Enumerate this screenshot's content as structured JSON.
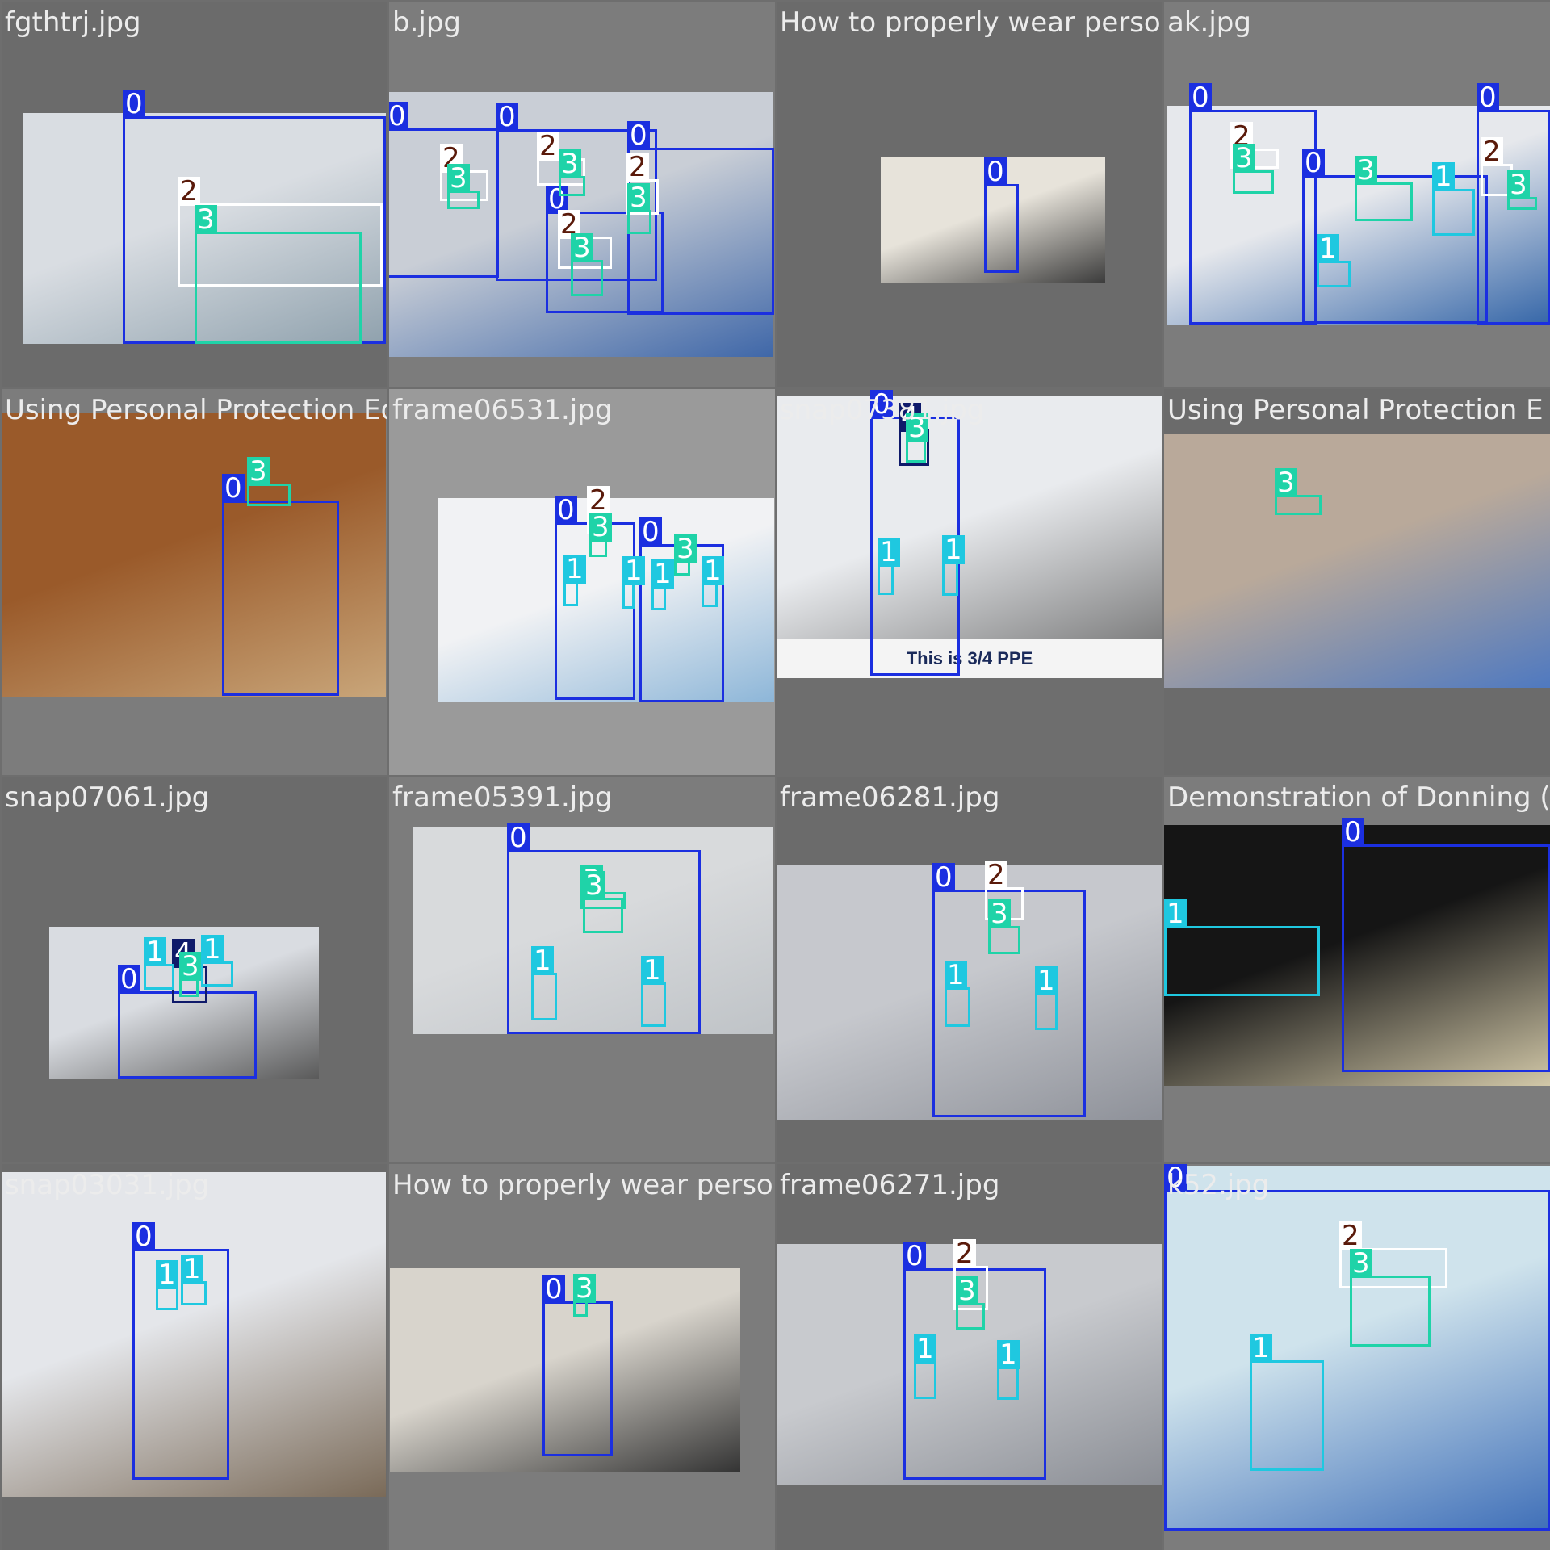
{
  "mosaic": {
    "tiles": [
      {
        "title": "fgthtrj.jpg",
        "bg": "#6b6b6b",
        "photo_colors": [
          "#d9dde2",
          "#8fa1ad"
        ],
        "photo": [
          28,
          140,
          450,
          286
        ],
        "boxes": [
          {
            "cls": "0",
            "r": [
              152,
              144,
              326,
              282
            ]
          },
          {
            "cls": "2",
            "r": [
              220,
              252,
              254,
              103
            ]
          },
          {
            "cls": "3",
            "r": [
              241,
              287,
              207,
              139
            ]
          }
        ]
      },
      {
        "title": "b.jpg",
        "bg": "#7c7c7c",
        "photo_colors": [
          "#c9ced6",
          "#3f67a8"
        ],
        "photo": [
          478,
          114,
          480,
          328
        ],
        "boxes": [
          {
            "cls": "0",
            "r": [
              478,
              159,
              140,
              185
            ]
          },
          {
            "cls": "0",
            "r": [
              614,
              160,
              200,
              188
            ]
          },
          {
            "cls": "0",
            "r": [
              777,
              183,
              182,
              207
            ]
          },
          {
            "cls": "0",
            "r": [
              676,
              262,
              146,
              126
            ]
          },
          {
            "cls": "2",
            "r": [
              545,
              211,
              60,
              38
            ]
          },
          {
            "cls": "3",
            "r": [
              554,
              236,
              40,
              23
            ]
          },
          {
            "cls": "2",
            "r": [
              665,
              196,
              60,
              34
            ]
          },
          {
            "cls": "3",
            "r": [
              692,
              218,
              33,
              25
            ]
          },
          {
            "cls": "2",
            "r": [
              691,
              293,
              67,
              40
            ]
          },
          {
            "cls": "3",
            "r": [
              707,
              322,
              40,
              45
            ]
          },
          {
            "cls": "2",
            "r": [
              776,
              222,
              40,
              44
            ]
          },
          {
            "cls": "3",
            "r": [
              777,
              260,
              30,
              30
            ]
          }
        ]
      },
      {
        "title": "How to properly wear personal protective",
        "bg": "#6b6b6b",
        "photo_colors": [
          "#e7e3da",
          "#3b3b3b"
        ],
        "photo": [
          1091,
          194,
          278,
          157
        ],
        "boxes": [
          {
            "cls": "0",
            "r": [
              1219,
              228,
              43,
              110
            ]
          }
        ]
      },
      {
        "title": "ak.jpg",
        "bg": "#7c7c7c",
        "photo_colors": [
          "#e6e8ec",
          "#3566a8"
        ],
        "photo": [
          1446,
          131,
          474,
          272
        ],
        "boxes": [
          {
            "cls": "0",
            "r": [
              1473,
              136,
              158,
              266
            ]
          },
          {
            "cls": "0",
            "r": [
              1613,
              217,
              230,
              184
            ]
          },
          {
            "cls": "0",
            "r": [
              1829,
              136,
              91,
              266
            ]
          },
          {
            "cls": "2",
            "r": [
              1524,
              184,
              60,
              25
            ]
          },
          {
            "cls": "3",
            "r": [
              1527,
              211,
              51,
              29
            ]
          },
          {
            "cls": "3",
            "r": [
              1678,
              226,
              72,
              48
            ]
          },
          {
            "cls": "1",
            "r": [
              1774,
              234,
              53,
              58
            ]
          },
          {
            "cls": "1",
            "r": [
              1631,
              323,
              42,
              33
            ]
          },
          {
            "cls": "2",
            "r": [
              1834,
              203,
              40,
              40
            ]
          },
          {
            "cls": "3",
            "r": [
              1867,
              244,
              37,
              16
            ]
          }
        ]
      },
      {
        "title": "Using Personal Protection Equipment (PPE",
        "bg": "#7c7c7c",
        "photo_colors": [
          "#9a5a2a",
          "#c9a67a"
        ],
        "photo": [
          0,
          512,
          478,
          352
        ],
        "boxes": [
          {
            "cls": "0",
            "r": [
              275,
              620,
              145,
              242
            ]
          },
          {
            "cls": "3",
            "r": [
              306,
              599,
              54,
              28
            ]
          }
        ]
      },
      {
        "title": "frame06531.jpg",
        "bg": "#9a9a9a",
        "photo_colors": [
          "#f1f2f4",
          "#8db6d8"
        ],
        "photo": [
          542,
          617,
          417,
          253
        ],
        "boxes": [
          {
            "cls": "0",
            "r": [
              687,
              647,
              100,
              220
            ]
          },
          {
            "cls": "0",
            "r": [
              792,
              674,
              105,
              196
            ]
          },
          {
            "cls": "2",
            "r": [
              727,
              635,
              26,
              27
            ]
          },
          {
            "cls": "3",
            "r": [
              730,
              668,
              22,
              22
            ]
          },
          {
            "cls": "3",
            "r": [
              835,
              695,
              20,
              18
            ]
          },
          {
            "cls": "1",
            "r": [
              698,
              720,
              18,
              31
            ]
          },
          {
            "cls": "1",
            "r": [
              771,
              722,
              15,
              32
            ]
          },
          {
            "cls": "1",
            "r": [
              807,
              726,
              18,
              30
            ]
          },
          {
            "cls": "1",
            "r": [
              869,
              722,
              20,
              30
            ]
          }
        ]
      },
      {
        "title": "snap07381.jpg",
        "bg": "#6e6e6e",
        "photo_colors": [
          "#e9ebee",
          "#6a6a6a"
        ],
        "photo": [
          962,
          490,
          478,
          350
        ],
        "caption": "This is 3/4 PPE",
        "boxes": [
          {
            "cls": "0",
            "r": [
              1078,
              516,
              111,
              321
            ]
          },
          {
            "cls": "4",
            "r": [
              1113,
              532,
              38,
              45
            ]
          },
          {
            "cls": "3",
            "r": [
              1122,
              545,
              25,
              28
            ]
          },
          {
            "cls": "1",
            "r": [
              1087,
              699,
              20,
              38
            ]
          },
          {
            "cls": "1",
            "r": [
              1167,
              696,
              20,
              42
            ]
          }
        ]
      },
      {
        "title": "Using Personal Protection E",
        "bg": "#6b6b6b",
        "photo_colors": [
          "#b9a99a",
          "#4f79c0"
        ],
        "photo": [
          1442,
          537,
          478,
          315
        ],
        "boxes": [
          {
            "cls": "3",
            "r": [
              1579,
              613,
              58,
              25
            ]
          }
        ]
      },
      {
        "title": "snap07061.jpg",
        "bg": "#6b6b6b",
        "photo_colors": [
          "#d9dce1",
          "#5a5a5a"
        ],
        "photo": [
          61,
          1148,
          334,
          188
        ],
        "boxes": [
          {
            "cls": "0",
            "r": [
              146,
              1228,
              172,
              108
            ]
          },
          {
            "cls": "4",
            "r": [
              213,
              1196,
              44,
              47
            ]
          },
          {
            "cls": "3",
            "r": [
              222,
              1212,
              24,
              23
            ]
          },
          {
            "cls": "1",
            "r": [
              178,
              1194,
              38,
              32
            ]
          },
          {
            "cls": "1",
            "r": [
              249,
              1191,
              40,
              31
            ]
          }
        ]
      },
      {
        "title": "frame05391.jpg",
        "bg": "#7c7c7c",
        "photo_colors": [
          "#d8dadc",
          "#bfc3c7"
        ],
        "photo": [
          511,
          1024,
          447,
          257
        ],
        "boxes": [
          {
            "cls": "0",
            "r": [
              628,
              1053,
              240,
              228
            ]
          },
          {
            "cls": "3",
            "r": [
              719,
              1105,
              56,
              21
            ]
          },
          {
            "cls": "3",
            "r": [
              722,
              1112,
              50,
              44
            ]
          },
          {
            "cls": "1",
            "r": [
              658,
              1205,
              32,
              59
            ]
          },
          {
            "cls": "1",
            "r": [
              794,
              1217,
              31,
              55
            ]
          }
        ]
      },
      {
        "title": "frame06281.jpg",
        "bg": "#6b6b6b",
        "photo_colors": [
          "#c6c8cd",
          "#8e9199"
        ],
        "photo": [
          962,
          1071,
          478,
          316
        ],
        "boxes": [
          {
            "cls": "0",
            "r": [
              1155,
              1102,
              190,
              282
            ]
          },
          {
            "cls": "2",
            "r": [
              1220,
              1099,
              48,
              41
            ]
          },
          {
            "cls": "3",
            "r": [
              1224,
              1147,
              40,
              35
            ]
          },
          {
            "cls": "1",
            "r": [
              1170,
              1223,
              32,
              49
            ]
          },
          {
            "cls": "1",
            "r": [
              1282,
              1230,
              28,
              46
            ]
          }
        ]
      },
      {
        "title": "Demonstration of Donning (F",
        "bg": "#7c7c7c",
        "photo_colors": [
          "#151515",
          "#d2c8a8"
        ],
        "photo": [
          1442,
          1022,
          478,
          323
        ],
        "boxes": [
          {
            "cls": "0",
            "r": [
              1662,
              1046,
              258,
              282
            ]
          },
          {
            "cls": "1",
            "r": [
              1442,
              1147,
              193,
              87
            ]
          }
        ]
      },
      {
        "title": "snap03031.jpg",
        "bg": "#6b6b6b",
        "photo_colors": [
          "#e4e6ea",
          "#7a6a58"
        ],
        "photo": [
          0,
          1452,
          478,
          402
        ],
        "boxes": [
          {
            "cls": "0",
            "r": [
              164,
              1547,
              120,
              286
            ]
          },
          {
            "cls": "1",
            "r": [
              193,
              1594,
              28,
              29
            ]
          },
          {
            "cls": "1",
            "r": [
              224,
              1587,
              32,
              30
            ]
          }
        ]
      },
      {
        "title": "How to properly wear personal protective",
        "bg": "#7c7c7c",
        "photo_colors": [
          "#d8d4cc",
          "#343434"
        ],
        "photo": [
          483,
          1571,
          434,
          252
        ],
        "boxes": [
          {
            "cls": "0",
            "r": [
              672,
              1612,
              87,
              192
            ]
          },
          {
            "cls": "3",
            "r": [
              710,
              1611,
              18,
              20
            ]
          }
        ]
      },
      {
        "title": "frame06271.jpg",
        "bg": "#6b6b6b",
        "photo_colors": [
          "#c8cace",
          "#8b8e95"
        ],
        "photo": [
          962,
          1541,
          478,
          298
        ],
        "boxes": [
          {
            "cls": "0",
            "r": [
              1119,
              1571,
              177,
              262
            ]
          },
          {
            "cls": "2",
            "r": [
              1181,
              1568,
              43,
              55
            ]
          },
          {
            "cls": "3",
            "r": [
              1184,
              1614,
              36,
              33
            ]
          },
          {
            "cls": "1",
            "r": [
              1132,
              1686,
              28,
              47
            ]
          },
          {
            "cls": "1",
            "r": [
              1235,
              1693,
              27,
              41
            ]
          }
        ]
      },
      {
        "title": "k52.jpg",
        "bg": "#7c7c7c",
        "photo_colors": [
          "#cfe3ec",
          "#3f6fb8"
        ],
        "photo": [
          1442,
          1444,
          478,
          452
        ],
        "boxes": [
          {
            "cls": "0",
            "r": [
              1442,
              1474,
              478,
              422
            ]
          },
          {
            "cls": "2",
            "r": [
              1659,
              1546,
              134,
              50
            ]
          },
          {
            "cls": "3",
            "r": [
              1672,
              1580,
              100,
              88
            ]
          },
          {
            "cls": "1",
            "r": [
              1548,
              1685,
              92,
              137
            ]
          }
        ]
      }
    ]
  },
  "class_colors": {
    "0": {
      "border": "#1b2fe0",
      "label_bg": "#1b2fe0",
      "label_fg": "#ffffff"
    },
    "1": {
      "border": "#1fc8e0",
      "label_bg": "#1fc8e0",
      "label_fg": "#ffffff"
    },
    "2": {
      "border": "#ffffff",
      "label_bg": "#ffffff",
      "label_fg": "#5a1a0a"
    },
    "3": {
      "border": "#1fd3a8",
      "label_bg": "#1fd3a8",
      "label_fg": "#ffffff"
    },
    "4": {
      "border": "#0f1a6a",
      "label_bg": "#0f1a6a",
      "label_fg": "#ffffff"
    }
  }
}
